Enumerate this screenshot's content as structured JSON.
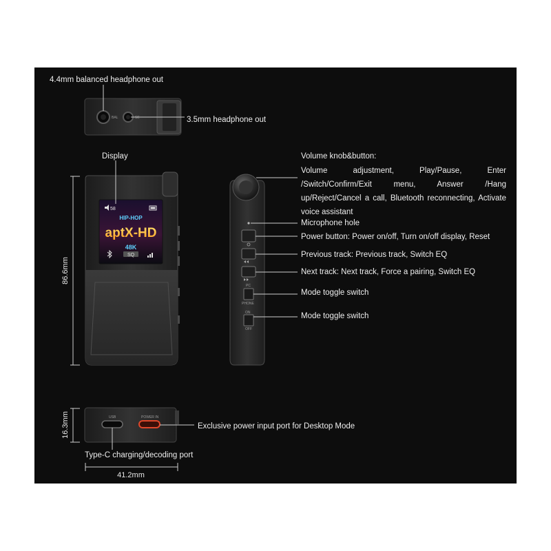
{
  "labels": {
    "balanced_out": "4.4mm balanced headphone out",
    "headphone_out": "3.5mm headphone out",
    "display": "Display",
    "volume_knob_title": "Volume knob&button:",
    "volume_knob_desc": "Volume adjustment, Play/Pause, Enter /Switch/Confirm/Exit menu, Answer /Hang up/Reject/Cancel a call, Bluetooth reconnecting, Activate voice assistant",
    "microphone": "Microphone hole",
    "power_button": "Power button: Power on/off, Turn on/off display, Reset",
    "previous_track": "Previous track: Previous track, Switch EQ",
    "next_track": "Next track: Next track, Force a pairing, Switch EQ",
    "mode_switch_1": "Mode toggle switch",
    "mode_switch_2": "Mode toggle switch",
    "power_input_port": "Exclusive power input port for Desktop Mode",
    "typec_port": "Type-C charging/decoding port"
  },
  "dimensions": {
    "height": "86.6mm",
    "thickness": "16.3mm",
    "width": "41.2mm"
  },
  "screen": {
    "volume": "58",
    "genre": "HIP-HOP",
    "codec": "aptX-HD",
    "sample_rate": "48K",
    "quality": "SQ"
  },
  "port_text": {
    "top_bal": "BAL",
    "top_se": "SE",
    "usb": "USB",
    "power_in": "POWER IN",
    "pc": "PC",
    "phone": "PHONE",
    "on": "ON",
    "off": "OFF"
  },
  "colors": {
    "background": "#0d0d0d",
    "device": "#2b2b2b",
    "codec_gradient_top": "#ffe36a",
    "codec_gradient_bottom": "#ff9a1f",
    "genre": "#5fd0ff",
    "power_port": "#e0472a"
  },
  "icons": [
    "speaker-icon",
    "battery-icon",
    "bluetooth-icon",
    "signal-icon",
    "power-icon",
    "previous-icon",
    "next-icon"
  ]
}
